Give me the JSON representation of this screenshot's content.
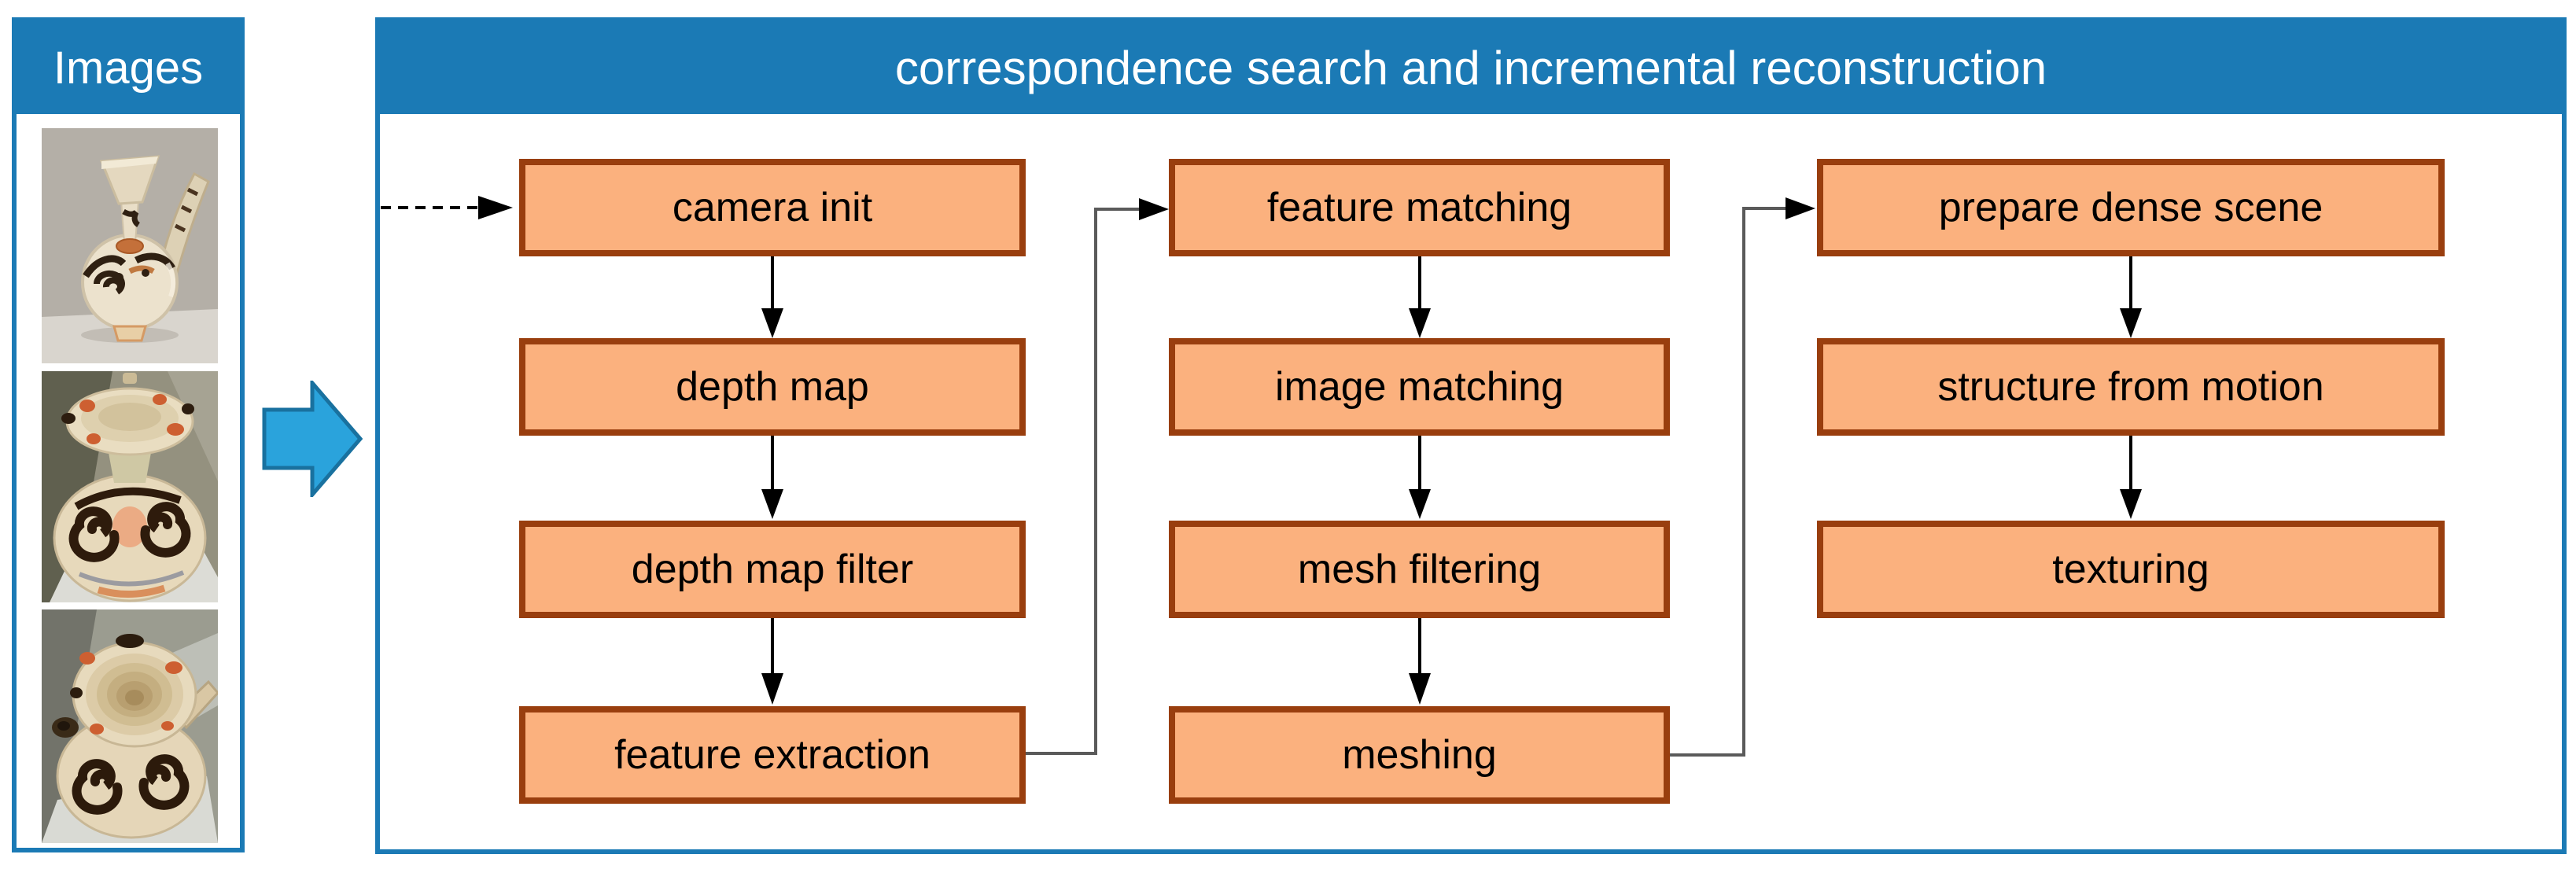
{
  "images_panel": {
    "title": "Images",
    "photos": [
      {
        "name": "ceramic ewer side view photo"
      },
      {
        "name": "ceramic vessel three-quarter top view photo"
      },
      {
        "name": "ceramic vessel top view with spout photo"
      }
    ]
  },
  "main_panel": {
    "title": "correspondence search and incremental reconstruction"
  },
  "flow": {
    "column1": [
      "camera init",
      "depth map",
      "depth map filter",
      "feature extraction"
    ],
    "column2": [
      "feature matching",
      "image matching",
      "mesh filtering",
      "meshing"
    ],
    "column3": [
      "prepare dense scene",
      "structure from motion",
      "texturing"
    ]
  },
  "colors": {
    "panel_blue": "#1b7ab5",
    "arrow_blue": "#2aa3dc",
    "node_fill": "#fbb17e",
    "node_border": "#993e0e",
    "connector_gray": "#5a5a5a"
  }
}
